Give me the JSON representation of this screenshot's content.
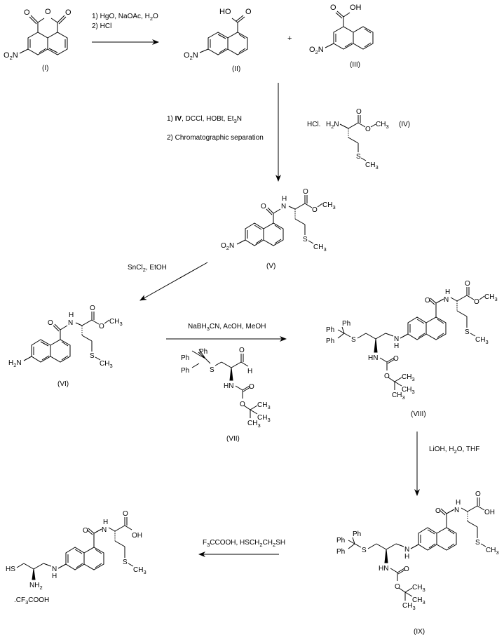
{
  "title": "Synthesis scheme of compound from 3-nitro-1,8-naphthalic anhydride",
  "compounds": {
    "I": {
      "label": "(I)",
      "atoms": {
        "o1": "O",
        "o2": "O",
        "o3": "O",
        "no2": "O",
        "no2_sub": "2",
        "no2_n": "N"
      }
    },
    "II": {
      "label": "(II)",
      "atoms": {
        "ho": "HO",
        "o": "O",
        "no2": "O",
        "no2_sub": "2",
        "no2_n": "N"
      }
    },
    "III": {
      "label": "(III)",
      "atoms": {
        "o": "O",
        "oh": "OH",
        "no2": "O",
        "no2_sub": "2",
        "no2_n": "N"
      }
    },
    "IV": {
      "label": "(IV)",
      "salt": "HCl.",
      "atoms": {
        "h2n": "H",
        "h2n_sub": "2",
        "h2n_n": "N",
        "o": "O",
        "o_ester": "O",
        "ch3": "CH",
        "ch3_sub": "3",
        "s": "S",
        "sch3": "CH",
        "sch3_sub": "3"
      }
    },
    "V": {
      "label": "(V)"
    },
    "VI": {
      "label": "(VI)"
    },
    "VII": {
      "label": "(VII)"
    },
    "VIII": {
      "label": "(VIII)"
    },
    "IX": {
      "label": "(IX)"
    },
    "final": {
      "salt": ".CF",
      "salt_sub": "3",
      "salt_tail": "COOH"
    }
  },
  "common_atoms": {
    "O": "O",
    "N": "N",
    "H": "H",
    "HN": "HN",
    "S": "S",
    "CH": "CH",
    "sub3": "3",
    "sub2": "2",
    "OH": "OH",
    "Ph": "Ph",
    "HS": "HS",
    "NH": "NH",
    "H2": "H"
  },
  "plus_sign": "+",
  "reactions": {
    "step1": {
      "line1": "1) HgO, NaOAc, H",
      "line1_sub": "2",
      "line1_tail": "O",
      "line2": "2) HCl"
    },
    "step2": {
      "line1_pre": "1) ",
      "line1_bold": "IV",
      "line1_mid": ", DCCl, HOBt, Et",
      "line1_sub": "3",
      "line1_tail": "N",
      "line2": "2) Chromatographic separation"
    },
    "step3": {
      "text": "SnCl",
      "sub": "2",
      "tail": ", EtOH"
    },
    "step4": {
      "text": "NaBH",
      "sub": "3",
      "tail": "CN, AcOH, MeOH"
    },
    "step5": {
      "text": "LiOH, H",
      "sub": "2",
      "tail": "O, THF"
    },
    "step6": {
      "text": "F",
      "sub": "3",
      "mid": "CCOOH, HSCH",
      "sub2": "2",
      "mid2": "CH",
      "sub3": "2",
      "tail": "SH"
    }
  }
}
